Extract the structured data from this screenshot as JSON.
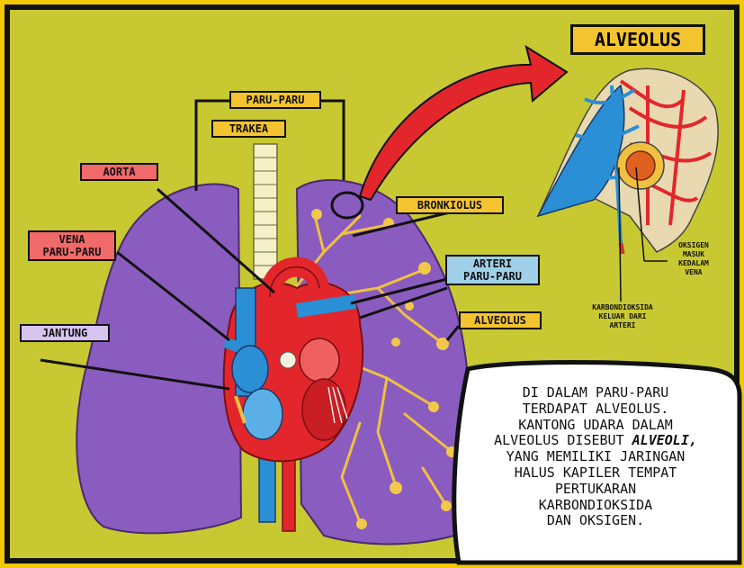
{
  "labels": {
    "paru_paru": "PARU-PARU",
    "trakea": "TRAKEA",
    "aorta": "AORTA",
    "vena_paru_paru_1": "VENA",
    "vena_paru_paru_2": "PARU-PARU",
    "jantung": "JANTUNG",
    "bronkiolus": "BRONKIOLUS",
    "arteri_paru_paru_1": "ARTERI",
    "arteri_paru_paru_2": "PARU-PARU",
    "alveolus": "ALVEOLUS"
  },
  "inset": {
    "title": "ALVEOLUS",
    "oksigen_1": "OKSIGEN",
    "oksigen_2": "MASUK",
    "oksigen_3": "KEDALAM",
    "oksigen_4": "VENA",
    "karbon_1": "KARBONDIOKSIDA",
    "karbon_2": "KELUAR DARI",
    "karbon_3": "ARTERI"
  },
  "bubble": {
    "line1": "DI DALAM PARU-PARU",
    "line2": "TERDAPAT ALVEOLUS.",
    "line3": "KANTONG UDARA DALAM",
    "line4_prefix": "ALVEOLUS DISEBUT ",
    "line4_emph": "ALVEOLI,",
    "line5": "YANG MEMILIKI JARINGAN",
    "line6": "HALUS KAPILER TEMPAT",
    "line7": "PERTUKARAN",
    "line8": "KARBONDIOKSIDA",
    "line9": "DAN OKSIGEN."
  },
  "colors": {
    "frame": "#f2c800",
    "panel": "#c8c832",
    "lung": "#8a5cc0",
    "artery": "#e3262c",
    "vein": "#2a8fd4",
    "bronchiole": "#f0c040"
  }
}
